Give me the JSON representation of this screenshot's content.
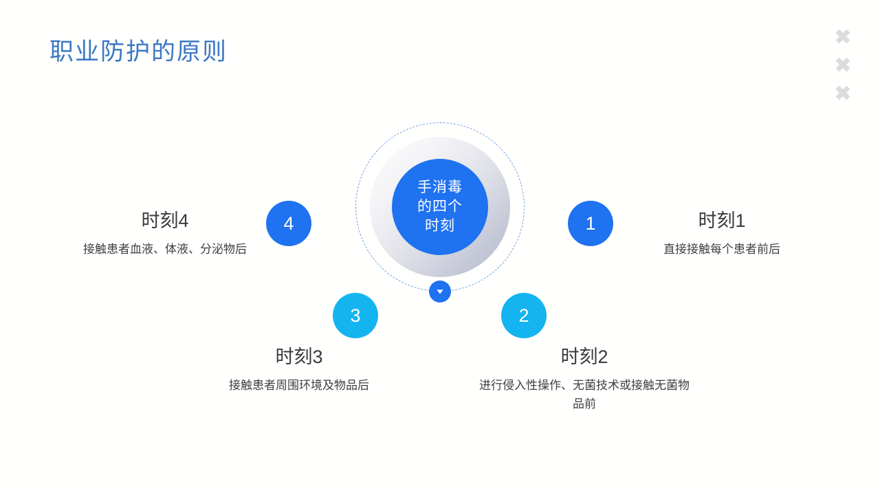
{
  "slide": {
    "title": "职业防护的原则",
    "title_color": "#3b78c3",
    "background_color": "#ffffff"
  },
  "decor": {
    "crosses": [
      {
        "name": "cross-icon",
        "color": "#dcdcdc"
      },
      {
        "name": "cross-icon",
        "color": "#dcdcdc"
      },
      {
        "name": "cross-icon",
        "color": "#dcdcdc"
      }
    ]
  },
  "hub": {
    "label": "手消毒\n的四个\n时刻",
    "core_color": "#1f72f0",
    "halo_from": "#fdfdfe",
    "halo_to": "#b4b9cb",
    "dashed_ring_color": "#5b8fd8",
    "marker_icon": "triangle-down-icon",
    "marker_color": "#1f72f0"
  },
  "items": [
    {
      "number": "1",
      "title": "时刻1",
      "desc": "直接接触每个患者前后",
      "node_color": "#1f72f0"
    },
    {
      "number": "2",
      "title": "时刻2",
      "desc": "进行侵入性操作、无菌技术或接触无菌物品前",
      "node_color": "#14b4f0"
    },
    {
      "number": "3",
      "title": "时刻3",
      "desc": "接触患者周围环境及物品后",
      "node_color": "#14b4f0"
    },
    {
      "number": "4",
      "title": "时刻4",
      "desc": "接触患者血液、体液、分泌物后",
      "node_color": "#1f72f0"
    }
  ]
}
